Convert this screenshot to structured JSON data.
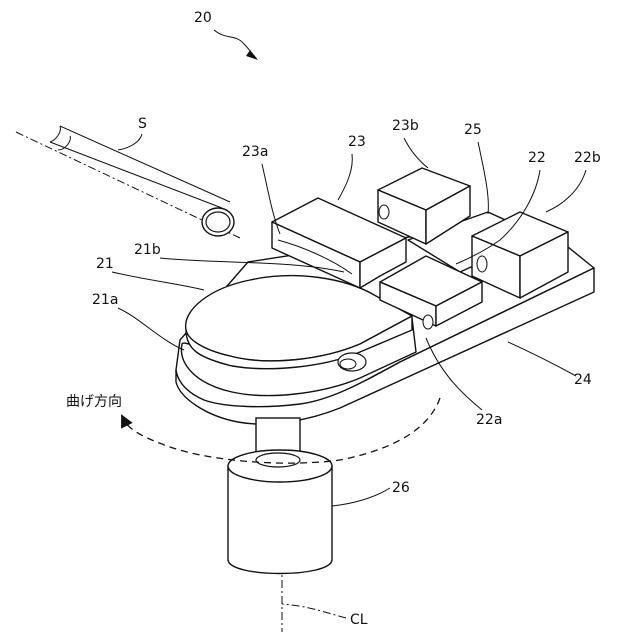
{
  "labels": {
    "assembly": "20",
    "pipe": "S",
    "die": "21",
    "die_flange": "21a",
    "die_groove": "21b",
    "clamp_block": "22",
    "clamp_groove": "22a",
    "clamp_blocks_top": "22b",
    "pressure_die": "23",
    "pressure_groove": "23a",
    "pressure_top": "23b",
    "arm": "24",
    "slot": "25",
    "shaft": "26",
    "center_line": "CL",
    "direction": "曲げ方向"
  }
}
